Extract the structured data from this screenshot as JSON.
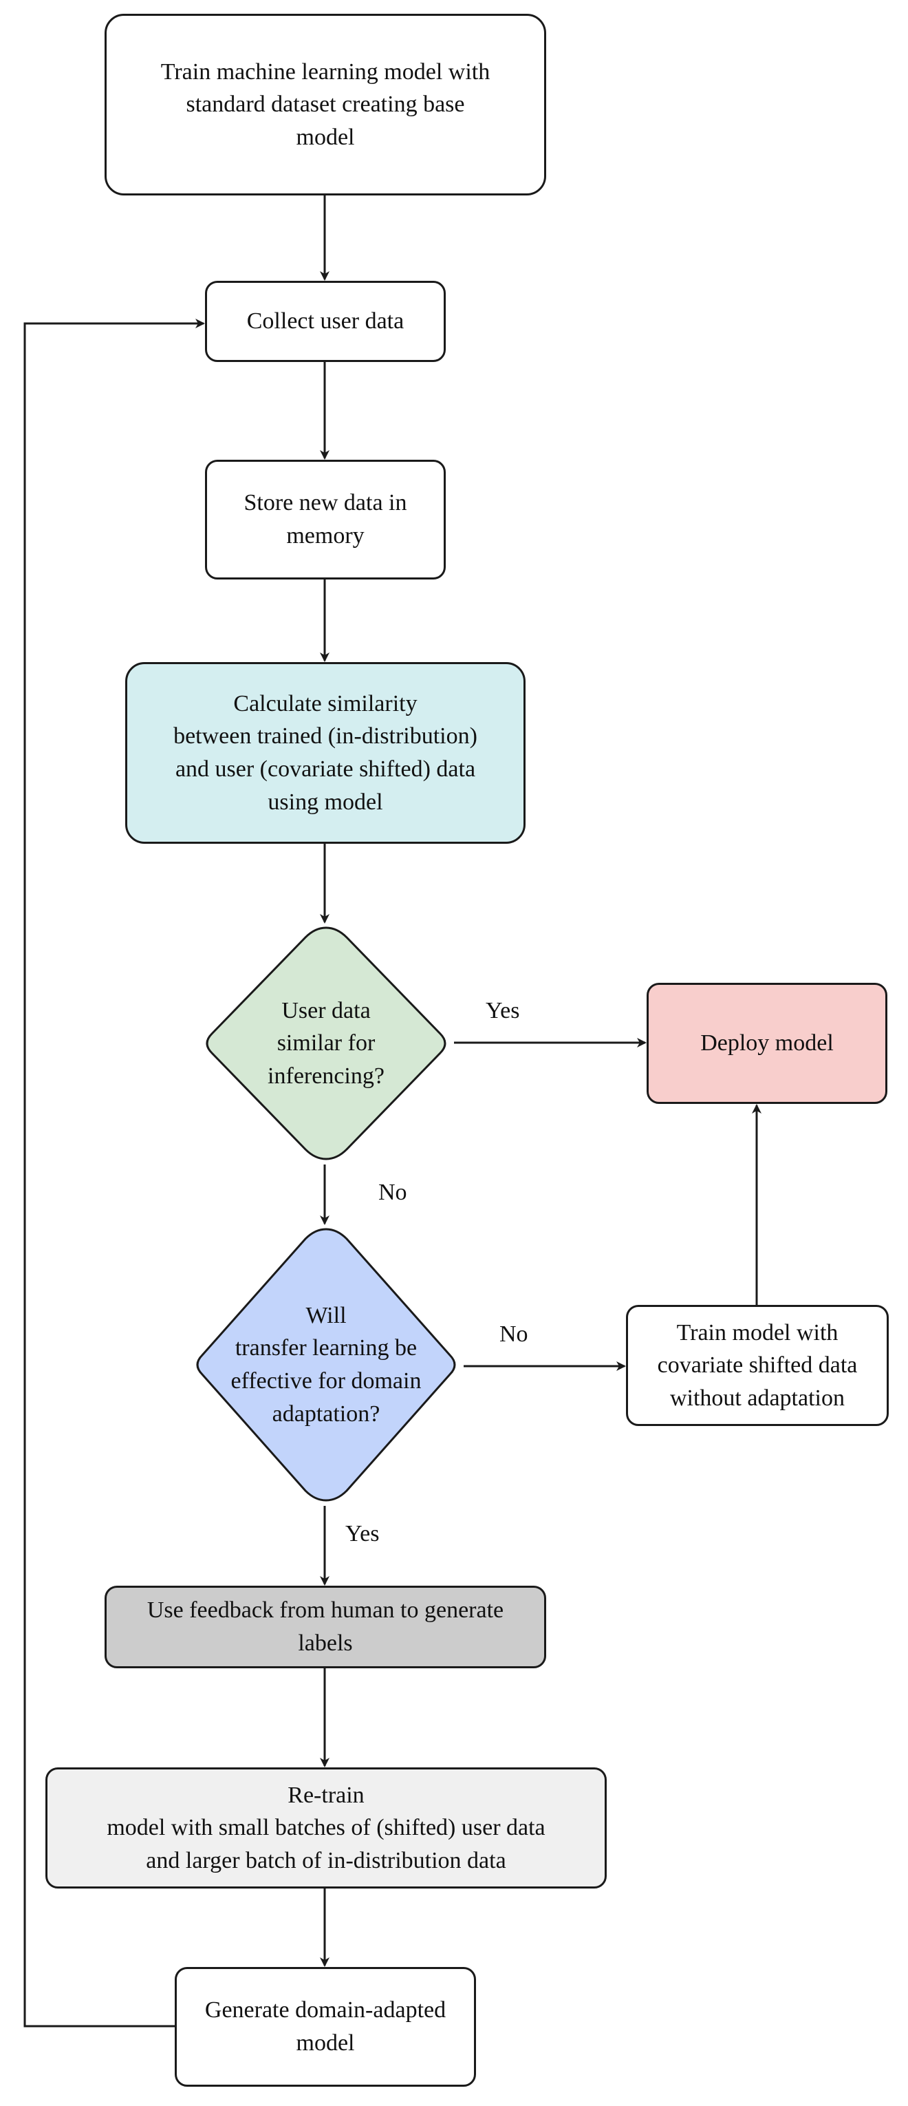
{
  "diagram": {
    "nodes": {
      "train_base": "Train machine learning model with\nstandard dataset creating base\nmodel",
      "collect": "Collect user data",
      "store": "Store new data in\nmemory",
      "similarity": "Calculate similarity\nbetween trained (in-distribution)\nand user (covariate shifted) data\nusing model",
      "similar_decision": "User data\nsimilar for\ninferencing?",
      "deploy": "Deploy model",
      "transfer_decision": "Will\ntransfer learning be\neffective for domain\nadaptation?",
      "train_shifted": "Train model with\ncovariate shifted data\nwithout adaptation",
      "feedback": "Use feedback from human to generate\nlabels",
      "retrain": "Re-train\nmodel with small batches of (shifted) user data\nand larger batch of in-distribution data",
      "generate": "Generate domain-adapted\nmodel"
    },
    "edge_labels": {
      "yes_deploy": "Yes",
      "no_transfer": "No",
      "no_train": "No",
      "yes_feedback": "Yes"
    },
    "colors": {
      "stroke": "#1a1a1a",
      "default_fill": "#ffffff",
      "similarity_fill": "#d4eef0",
      "similar_decision_fill": "#d5e8d4",
      "deploy_fill": "#f8cecc",
      "transfer_decision_fill": "#c2d4fb",
      "feedback_fill": "#cccccc",
      "retrain_fill": "#f0f0f0"
    }
  }
}
